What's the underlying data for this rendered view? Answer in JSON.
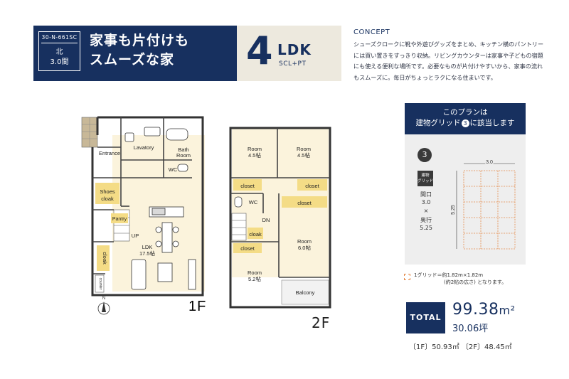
{
  "header": {
    "plan_code": "30-N-661SC",
    "direction": "北",
    "frontage": "3.0間",
    "catch_line1": "家事も片付けも",
    "catch_line2": "スムーズな家",
    "ldk_number": "4",
    "ldk_label": "LDK",
    "ldk_sub": "SCL+PT"
  },
  "concept": {
    "title": "CONCEPT",
    "text": "シューズクロークに靴や外遊びグッズをまとめ、キッチン横のパントリーには買い置きをすっきり収納。リビングカウンターは家事や子どもの宿題にも使える便利な場所です。必要なものが片付けやすいから、家事の流れもスムーズに。毎日がちょっとラクになる住まいです。"
  },
  "floor1": {
    "label": "1F",
    "rooms": {
      "entrance": "Entrance",
      "lavatory": "Lavatory",
      "bath": "Bath",
      "bath2": "Room",
      "wc": "WC",
      "shoes": "Shoes",
      "shoes2": "cloak",
      "pantry": "Pantry",
      "up": "UP",
      "ldk": "LDK",
      "ldk_size": "17.5帖",
      "cloak": "cloak",
      "counter": "counter"
    }
  },
  "floor2": {
    "label": "2F",
    "rooms": {
      "room1": "Room",
      "room1_size": "4.5帖",
      "room2": "Room",
      "room2_size": "4.5帖",
      "closet_a": "closet",
      "closet_b": "closet",
      "closet_c": "closet",
      "wc": "WC",
      "dn": "DN",
      "cloak": "cloak",
      "closet_d": "closet",
      "room3": "Room",
      "room3_size": "6.0帖",
      "room4": "Room",
      "room4_size": "5.2帖",
      "balcony": "Balcony"
    }
  },
  "grid_panel": {
    "head_line1": "このプランは",
    "head_line2": "建物グリッド",
    "head_circle": "3",
    "head_line3": "に該当します",
    "number": "3",
    "tag_line1": "建物",
    "tag_line2": "グリッド",
    "frontage_label": "間口",
    "frontage_value": "3.0",
    "times": "×",
    "depth_label": "奥行",
    "depth_value": "5.25",
    "dim_width": "3.0",
    "dim_depth": "5.25",
    "legend_line1": "1グリッド＝約1.82m×1.82m",
    "legend_line2": "(約2帖の広さ) となります。"
  },
  "total": {
    "label": "TOTAL",
    "sqm": "99.38",
    "sqm_unit": "m²",
    "tsubo": "30.06坪",
    "floors": "〔1F〕50.93㎡  〔2F〕48.45㎡"
  },
  "compass_letter": "N",
  "colors": {
    "navy": "#17305f",
    "beige": "#ede9de",
    "closet_yellow": "#f4dc86",
    "floor_tint": "#fbf3dc",
    "stair_tan": "#c8b898",
    "grid_orange": "#e58a4a"
  }
}
